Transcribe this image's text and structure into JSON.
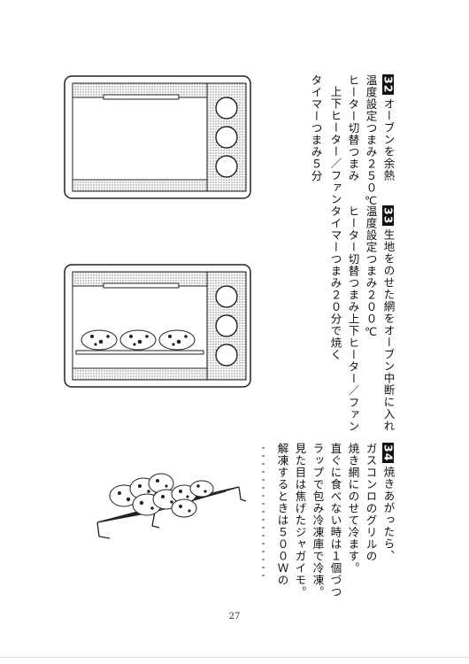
{
  "steps": [
    {
      "number": "32",
      "lines": [
        "オーブンを余熱",
        "温度設定つまみ２５０℃",
        "ヒーター切替つまみ",
        "上下ヒーター／ファン",
        "タイマーつまみ５分"
      ]
    },
    {
      "number": "33",
      "lines": [
        "生地をのせた網をオーブン中断に入れ",
        "温度設定つまみ２００℃",
        "ヒーター切替つまみ上下ヒーター／ファン",
        "タイマーつまみ２０分で焼く"
      ]
    },
    {
      "number": "34",
      "lines": [
        "焼きあがったら、",
        "ガスコンロのグリルの",
        "焼き網にのせて冷ます。",
        "直ぐに食べない時は１個づつ",
        "ラップで包み冷凍庫で冷凍。",
        "見た目は焦げたジャガイモ。",
        "解凍するときは５００Ｗの"
      ]
    }
  ],
  "page_number": "27"
}
